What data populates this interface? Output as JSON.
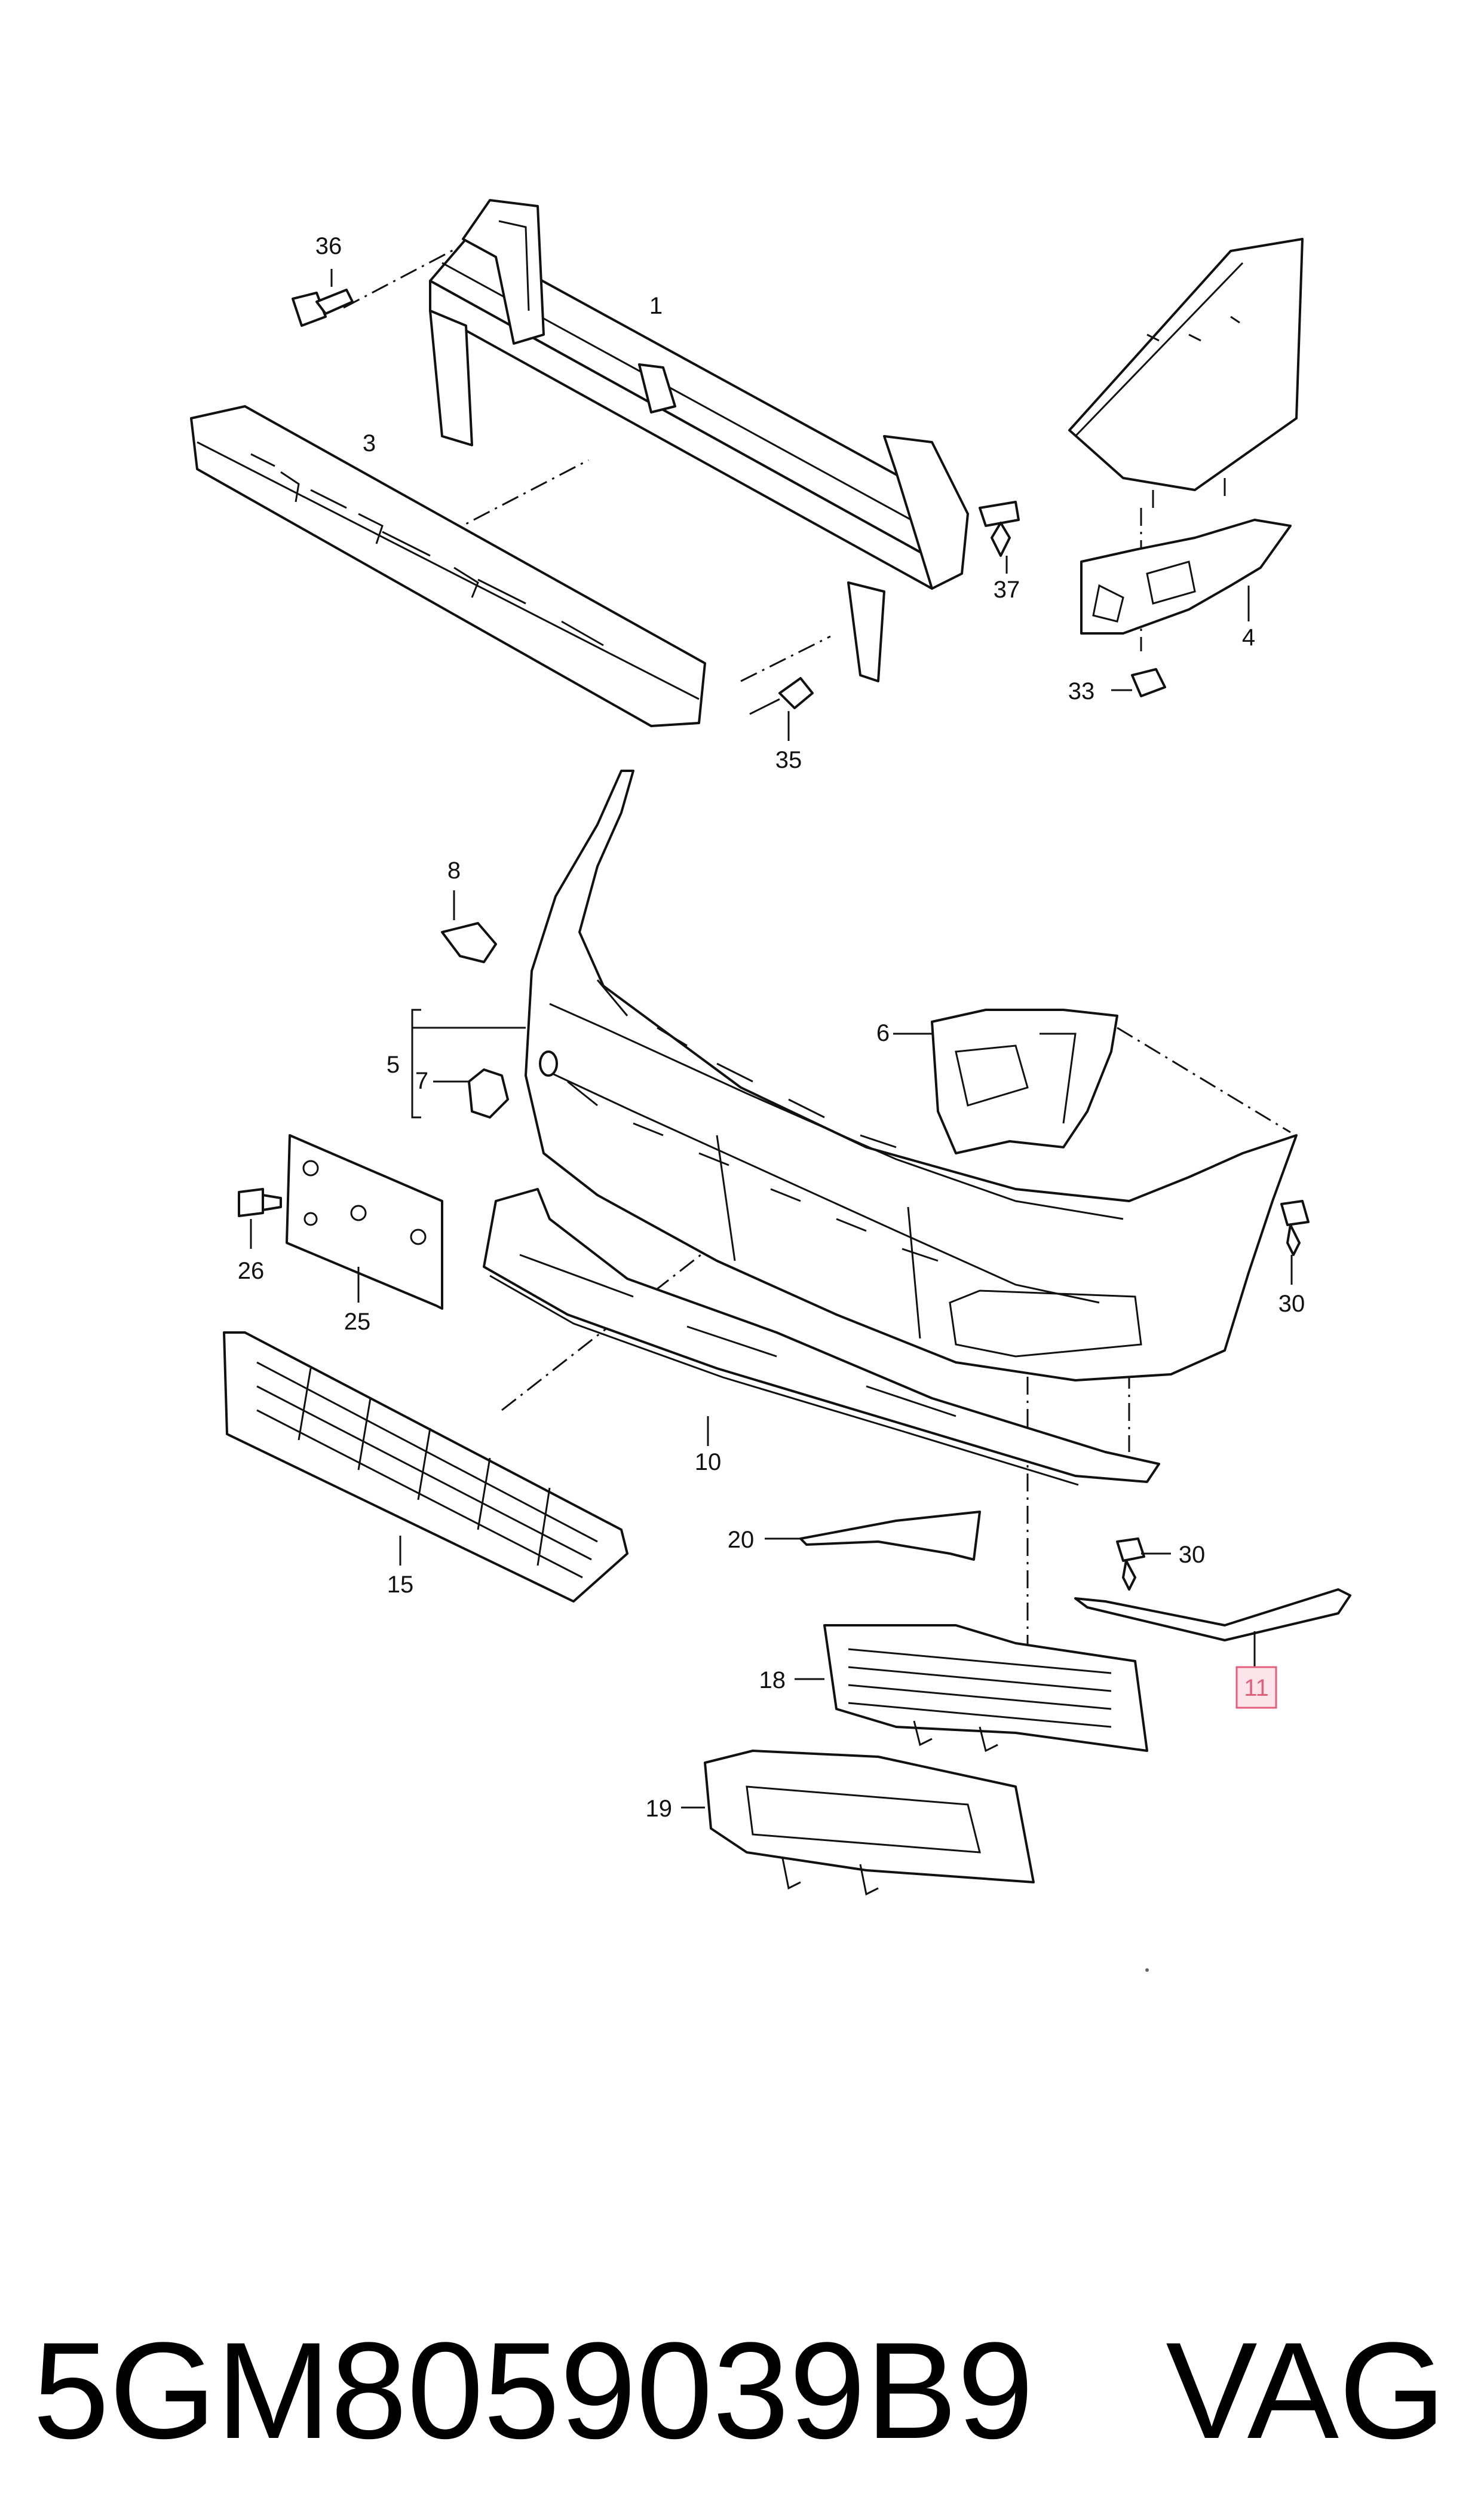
{
  "callouts": {
    "c1": "1",
    "c3": "3",
    "c36": "36",
    "c37": "37",
    "c35": "35",
    "c4": "4",
    "c33": "33",
    "c8": "8",
    "c5": "5",
    "c7": "7",
    "c6": "6",
    "c26": "26",
    "c25": "25",
    "c30a": "30",
    "c10": "10",
    "c15": "15",
    "c20": "20",
    "c30b": "30",
    "c11": "11",
    "c18": "18",
    "c19": "19"
  },
  "highlight": {
    "color": "#e0607e",
    "fill": "#fde4ea"
  },
  "caption": {
    "part_number": "5GM8059039B9",
    "brand": "VAG"
  }
}
